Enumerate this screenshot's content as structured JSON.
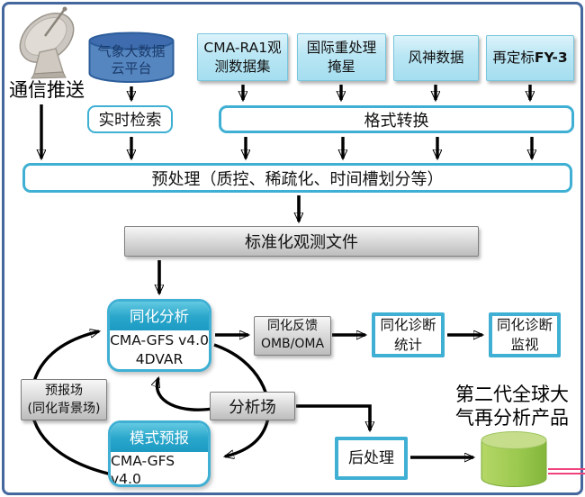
{
  "colors": {
    "frameBlue": "#44679e",
    "teal": "#3fb0d3",
    "pink": "#f0437c",
    "lightBlueBox": "#b9e6f4",
    "blueCylinder": "#4f81bd",
    "greenCylinder": "#94c347"
  },
  "nodes": {
    "comm_push": "通信推送",
    "cloud_platform": "气象大数据\n云平台",
    "cma_ra1": "CMA-RA1观\n测数据集",
    "occultation": "国际重处理\n掩星",
    "fengshen": "风神数据",
    "recalib": "再定标",
    "recalib_bold": "FY-3",
    "realtime": "实时检索",
    "format": "格式转换",
    "preprocess": "预处理（质控、稀疏化、时间槽划分等）",
    "std_obs": "标准化观测文件",
    "assim_title": "同化分析",
    "assim_line1": "CMA-GFS v4.0",
    "assim_line2": "4DVAR",
    "feedback": "同化反馈\nOMB/OMA",
    "diag_stat": "同化诊断\n统计",
    "diag_mon": "同化诊断\n监视",
    "forecast_field": "预报场\n(同化背景场)",
    "analysis_field": "分析场",
    "model_title": "模式预报",
    "model_line1": "CMA-GFS v4.0",
    "postprocess": "后处理",
    "product": "第二代全球大\n气再分析产品"
  }
}
